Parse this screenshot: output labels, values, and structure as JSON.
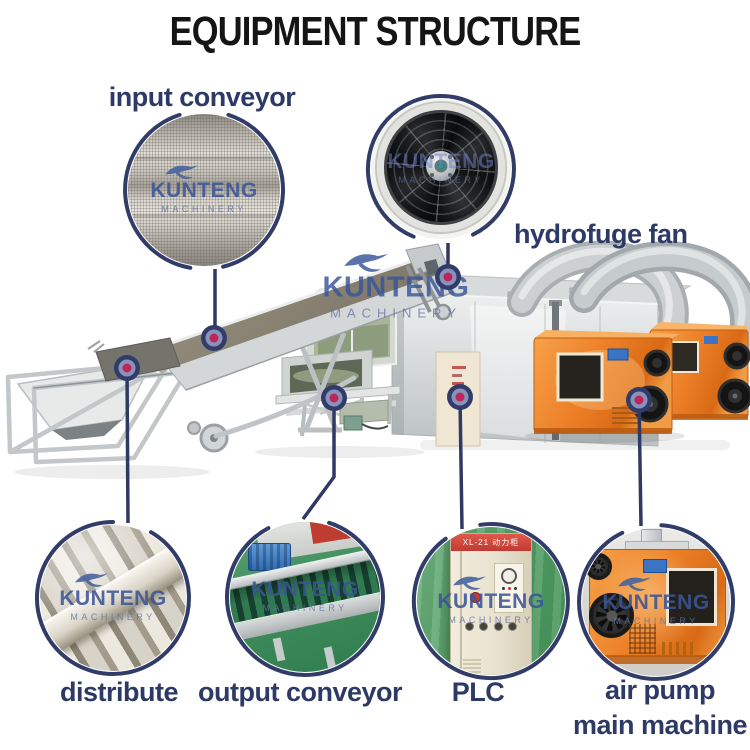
{
  "title": "EQUIPMENT STRUCTURE",
  "brand": {
    "name": "KUNTENG",
    "machinery": "MACHINERY"
  },
  "callouts": {
    "input_conveyor": {
      "label": "input conveyor"
    },
    "hydrofuge_fan": {
      "label": "hydrofuge fan"
    },
    "distribute": {
      "label": "distribute"
    },
    "output_conveyor": {
      "label": "output conveyor"
    },
    "plc": {
      "label": "PLC"
    },
    "air_pump": {
      "label_line1": "air pump",
      "label_line2": "main machine"
    }
  },
  "machine": {
    "plc_cabinet_header": "XL-21 动力柜"
  },
  "colors": {
    "ring": "#323c68",
    "connector_line": "#2f3963",
    "label_text": "#2e3a66",
    "title_text": "#151515",
    "dot_outer": "#323c6a",
    "dot_mid": "#8794b8",
    "dot_center": "#c0245c",
    "orange_machine": "#ec7f28",
    "plc_header_red": "#c8403a",
    "floor_green": "#4c965f",
    "watermark_blue": "#44609f"
  }
}
